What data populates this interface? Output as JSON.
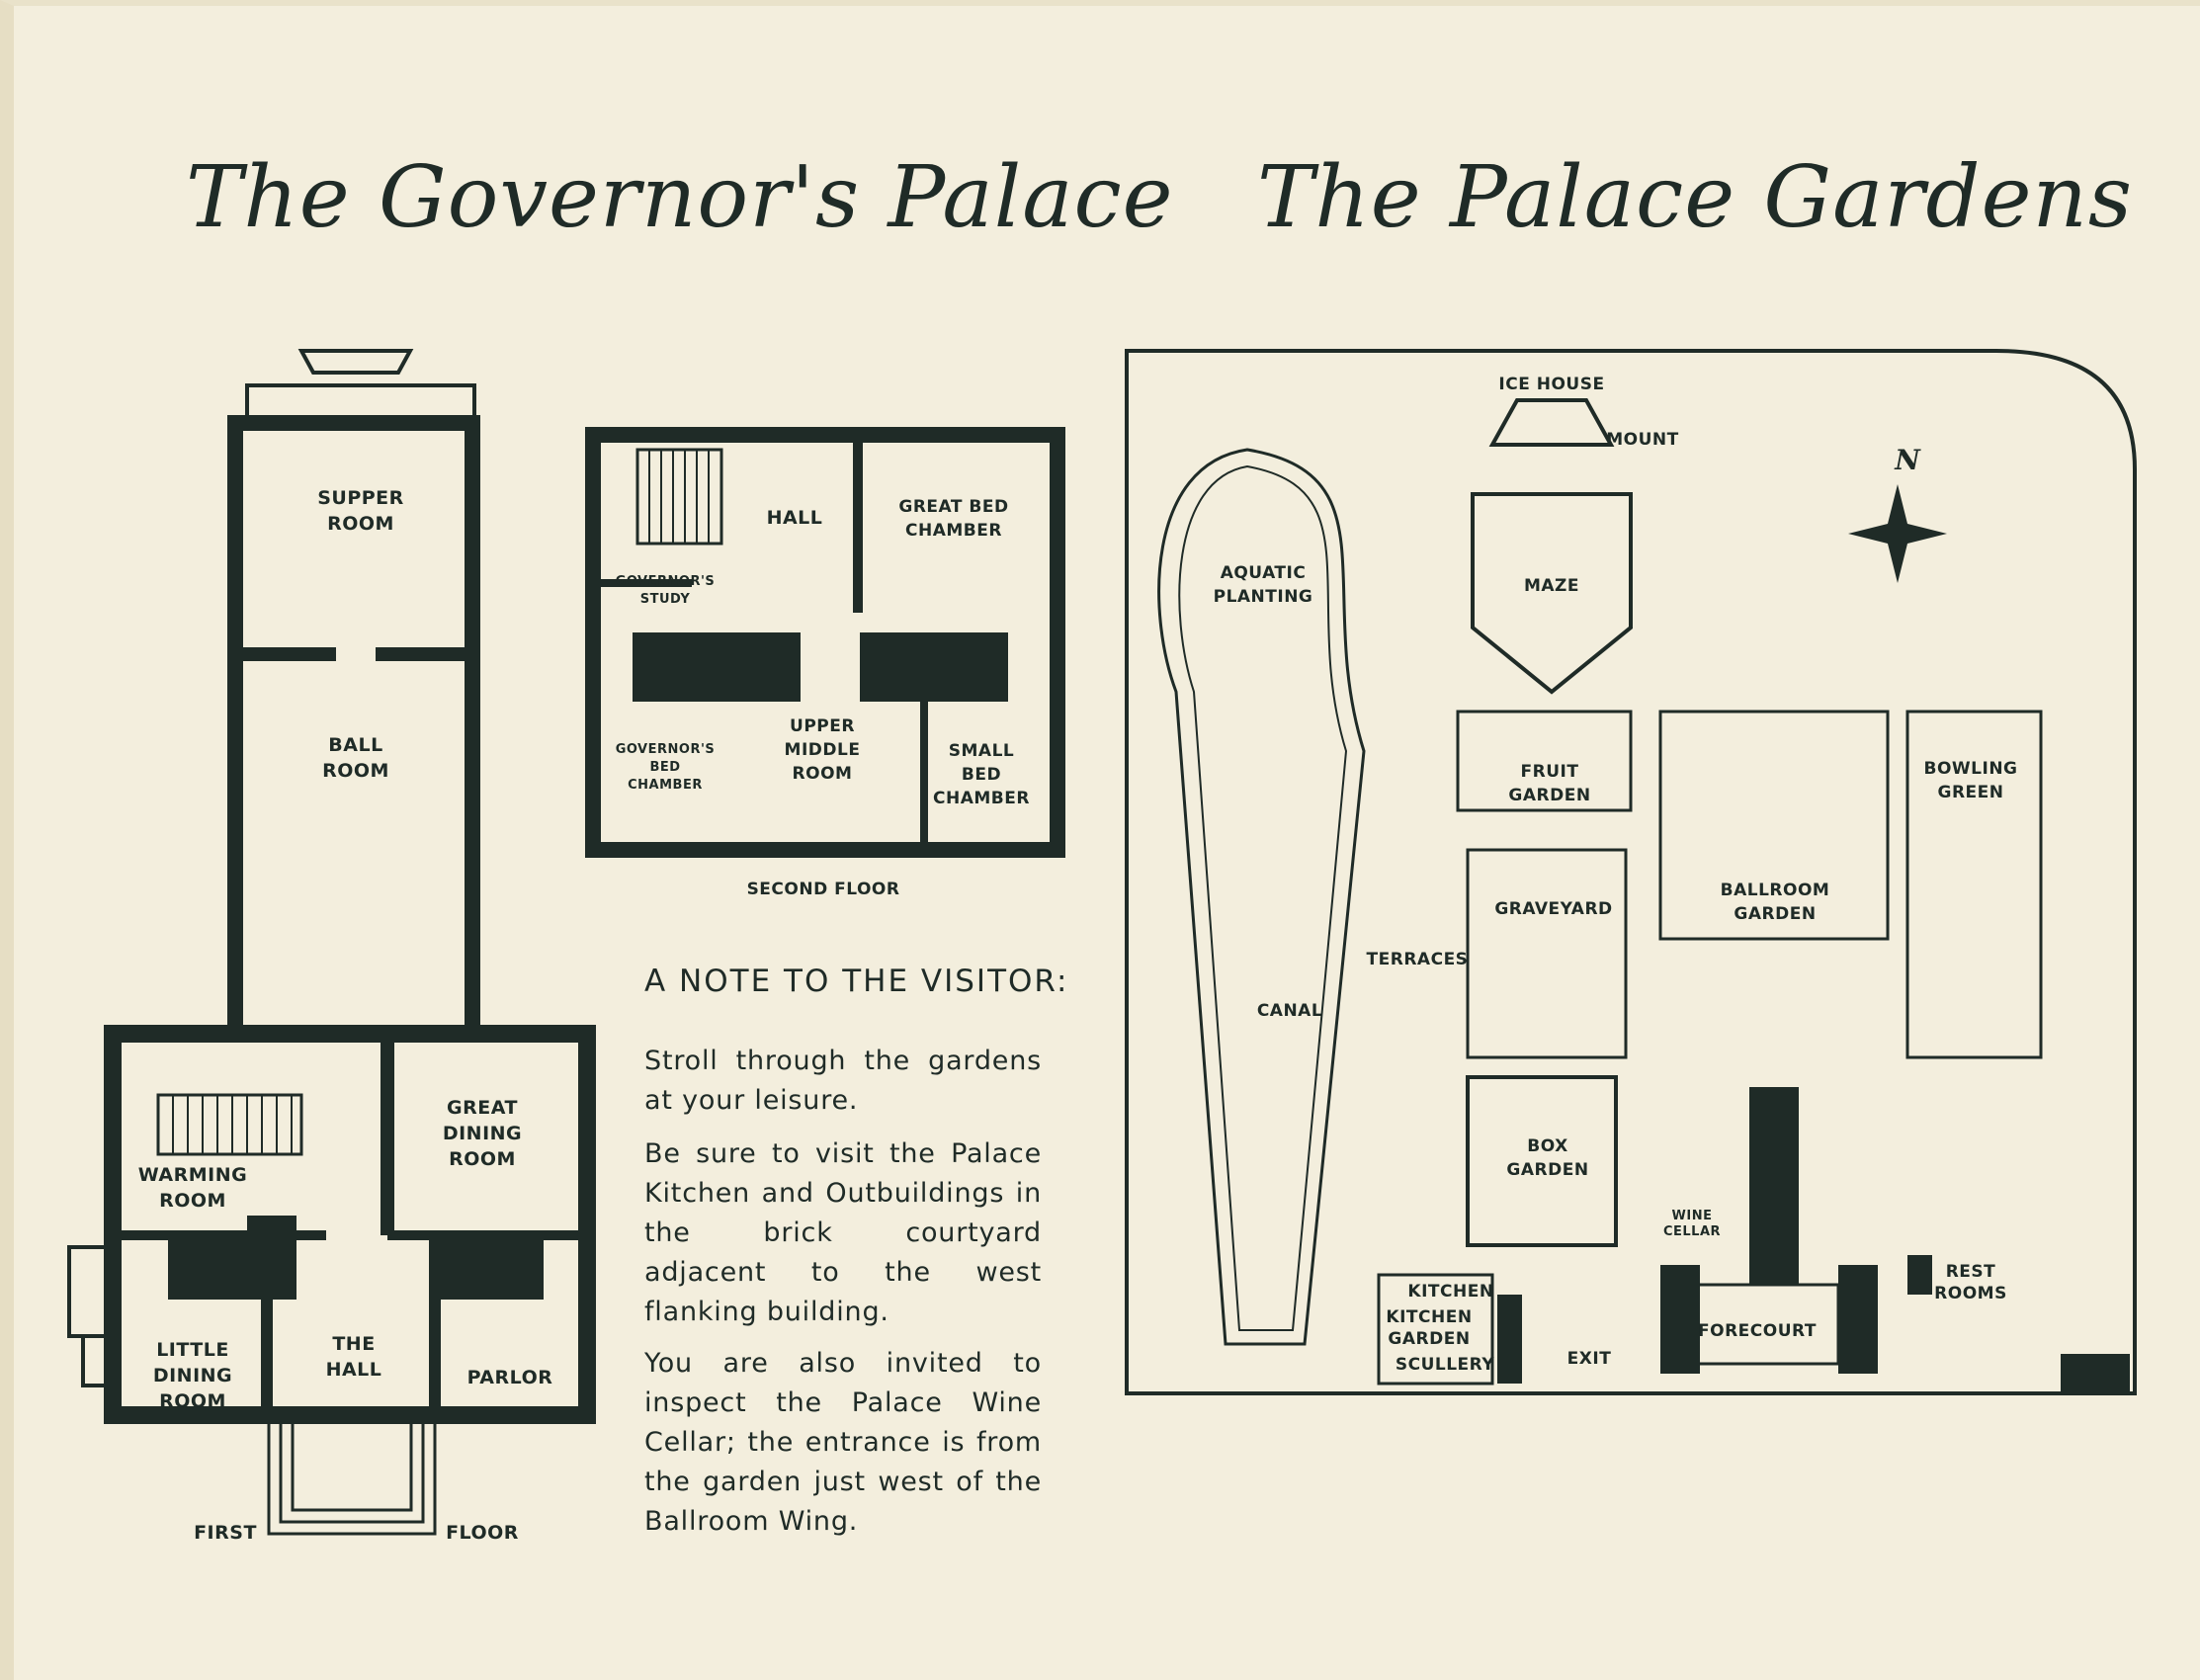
{
  "titles": {
    "palace": "The Governor's Palace",
    "gardens": "The Palace Gardens"
  },
  "first_floor": {
    "caption_left": "FIRST",
    "caption_right": "FLOOR",
    "rooms": {
      "supper_room": [
        "SUPPER",
        "ROOM"
      ],
      "ball_room": [
        "BALL",
        "ROOM"
      ],
      "great_dining_room": [
        "GREAT",
        "DINING",
        "ROOM"
      ],
      "warming_room": [
        "WARMING",
        "ROOM"
      ],
      "little_dining_room": [
        "LITTLE",
        "DINING",
        "ROOM"
      ],
      "the_hall": [
        "THE",
        "HALL"
      ],
      "parlor": [
        "PARLOR"
      ]
    }
  },
  "second_floor": {
    "caption": "SECOND FLOOR",
    "rooms": {
      "hall": [
        "HALL"
      ],
      "great_bed_chamber": [
        "GREAT BED",
        "CHAMBER"
      ],
      "governors_study": [
        "GOVERNOR'S",
        "STUDY"
      ],
      "governors_bed_chamber": [
        "GOVERNOR'S",
        "BED",
        "CHAMBER"
      ],
      "upper_middle_room": [
        "UPPER",
        "MIDDLE",
        "ROOM"
      ],
      "small_bed_chamber": [
        "SMALL",
        "BED",
        "CHAMBER"
      ]
    }
  },
  "note": {
    "heading": "A NOTE TO THE VISITOR:",
    "paragraphs": [
      "Stroll through the gardens at your leisure.",
      "Be sure to visit the Palace Kitchen and Outbuildings in the brick courtyard adjacent to the west flanking building.",
      "You are also invited to inspect the Palace Wine Cellar; the entrance is from the garden just west of the Ballroom Wing."
    ]
  },
  "gardens_map": {
    "north_label": "N",
    "labels": {
      "ice_house": [
        "ICE HOUSE"
      ],
      "mount": [
        "MOUNT"
      ],
      "maze": [
        "MAZE"
      ],
      "aquatic_planting": [
        "AQUATIC",
        "PLANTING"
      ],
      "canal": [
        "CANAL"
      ],
      "fruit_garden": [
        "FRUIT",
        "GARDEN"
      ],
      "graveyard": [
        "GRAVEYARD"
      ],
      "terraces": [
        "TERRACES"
      ],
      "ballroom_garden": [
        "BALLROOM",
        "GARDEN"
      ],
      "bowling_green": [
        "BOWLING",
        "GREEN"
      ],
      "box_garden": [
        "BOX",
        "GARDEN"
      ],
      "wine_cellar": [
        "WINE",
        "CELLAR"
      ],
      "kitchen": [
        "KITCHEN"
      ],
      "kitchen_garden": [
        "KITCHEN",
        "GARDEN"
      ],
      "scullery": [
        "SCULLERY"
      ],
      "exit": [
        "EXIT"
      ],
      "forecourt": [
        "FORECOURT"
      ],
      "rest_rooms": [
        "REST",
        "ROOMS"
      ]
    }
  }
}
